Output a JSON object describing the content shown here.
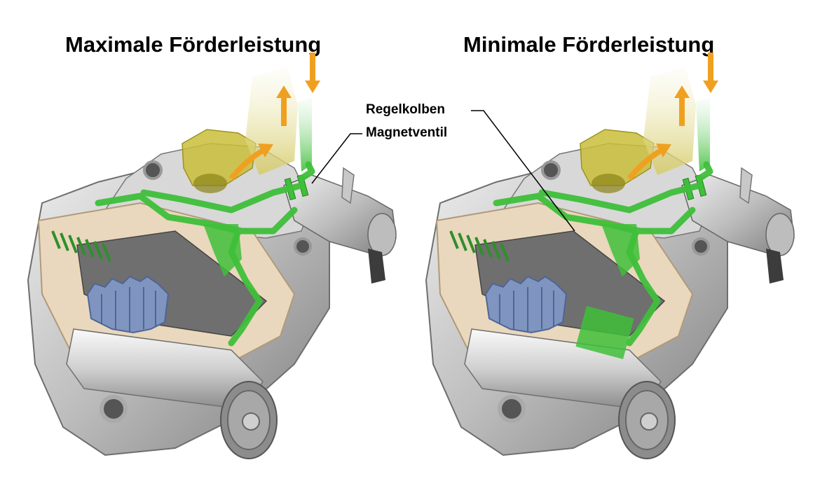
{
  "titles": {
    "left": "Maximale Förderleistung",
    "right": "Minimale Förderleistung"
  },
  "callouts": {
    "regelkolben": "Regelkolben",
    "magnetventil": "Magnetventil"
  },
  "icons": {
    "flow_arrow": "flow-arrow-icon"
  },
  "colors": {
    "oil_channel": "#3fbf3a",
    "gear_blue": "#7f95c0",
    "flow_arrow": "#f0a020",
    "housing": "#c9c9c9",
    "housing_dark": "#8c8c8c",
    "cutaway": "#e9d8bd",
    "tank": "#c9be3a"
  }
}
